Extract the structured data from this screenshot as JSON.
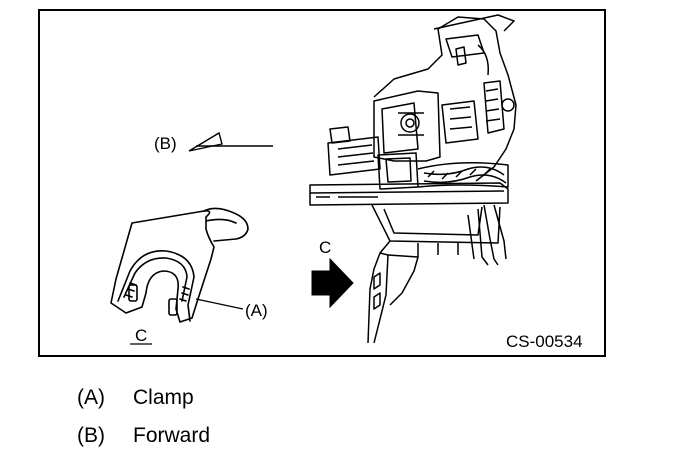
{
  "figure": {
    "label_b": "(B)",
    "label_a": "(A)",
    "view_c_label": "C",
    "clamp_view_caption": "C",
    "figure_code": "CS-00534"
  },
  "legend": [
    {
      "key": "(A)",
      "text": "Clamp"
    },
    {
      "key": "(B)",
      "text": "Forward"
    }
  ]
}
